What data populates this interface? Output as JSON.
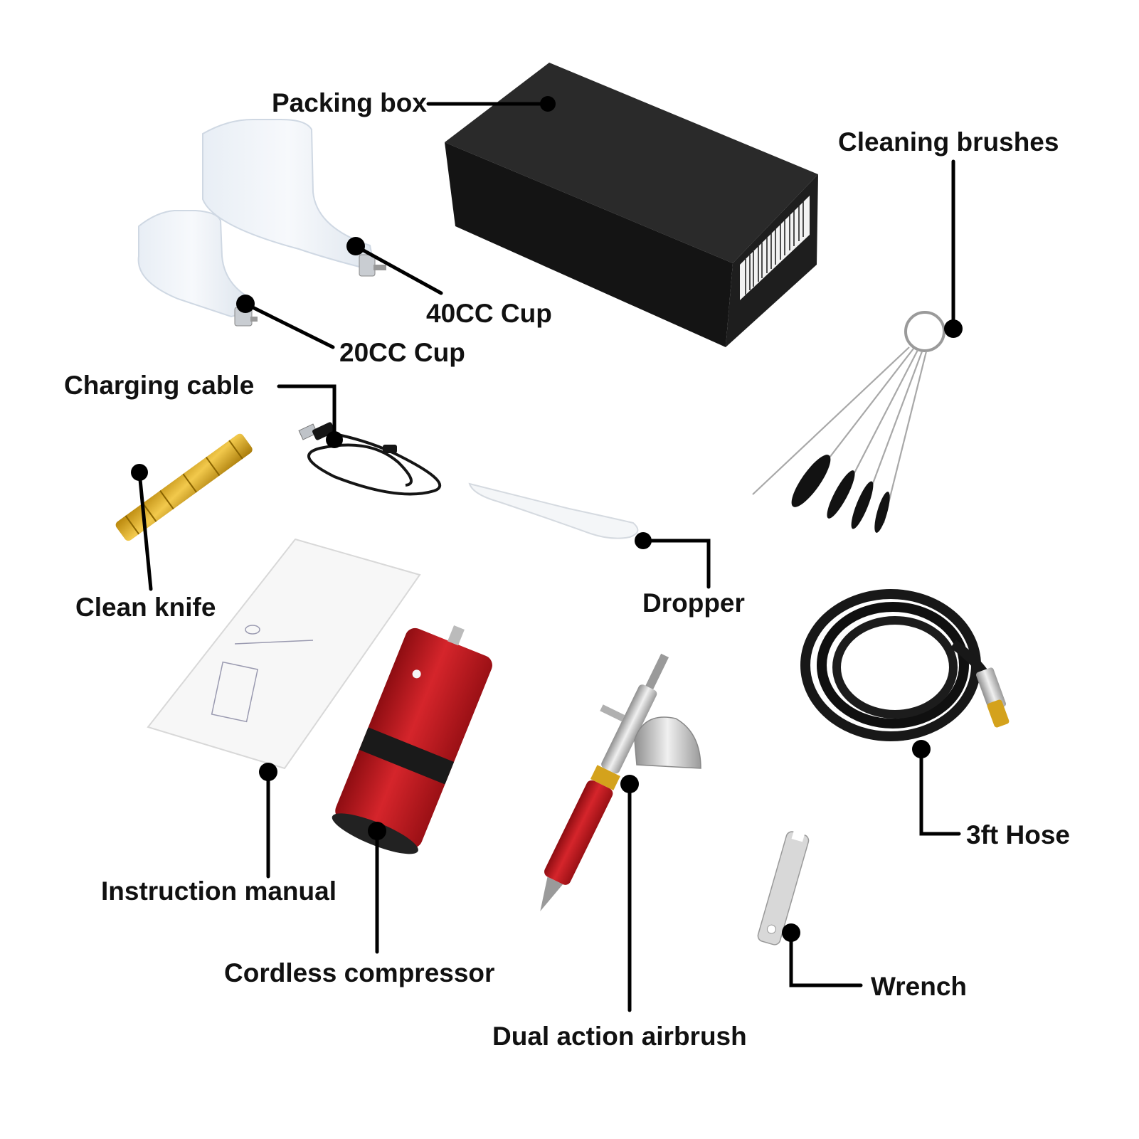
{
  "labels": {
    "packing_box": "Packing box",
    "cleaning_brushes": "Cleaning brushes",
    "cup_40cc": "40CC Cup",
    "cup_20cc": "20CC Cup",
    "charging_cable": "Charging cable",
    "clean_knife": "Clean knife",
    "dropper": "Dropper",
    "hose": "3ft Hose",
    "instruction_manual": "Instruction manual",
    "cordless_compressor": "Cordless compressor",
    "wrench": "Wrench",
    "dual_action_airbrush": "Dual action airbrush"
  },
  "colors": {
    "label": "#111111",
    "leader": "#000000",
    "box": "#1b1b1b",
    "compressor": "#c4161c",
    "brass": "#d4a21c",
    "hose": "#151515",
    "chrome": "#c9c9c9"
  },
  "icons": [
    "barcode-icon",
    "indicator-light-icon"
  ]
}
